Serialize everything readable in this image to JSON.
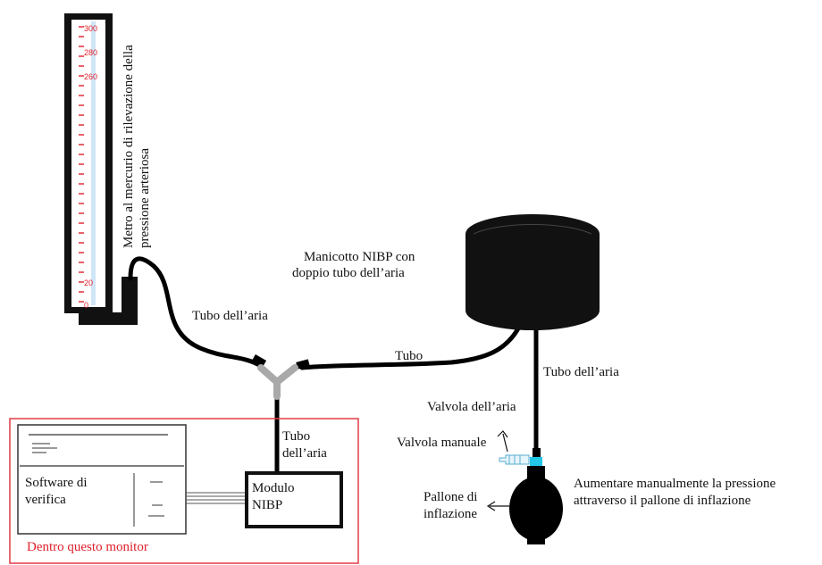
{
  "labels": {
    "gauge_line1": "Metro al mercurio di rilevazione della",
    "gauge_line2": "pressione arteriosa",
    "cuff_line1": "Manicotto NIBP con",
    "cuff_line2": "doppio tubo dell’aria",
    "tube_left": "Tubo dell’aria",
    "tube_mid": "Tubo",
    "tube_right": "Tubo dell’aria",
    "tube_module_line1": "Tubo",
    "tube_module_line2": "dell’aria",
    "air_valve": "Valvola dell’aria",
    "manual_valve": "Valvola manuale",
    "inflate_line1": "Aumentare manualmente la pressione",
    "inflate_line2": "attraverso il pallone di inflazione",
    "bulb_line1": "Pallone di",
    "bulb_line2": "inflazione",
    "software_line1": "Software di",
    "software_line2": "verifica",
    "module_line1": "Modulo",
    "module_line2": "NIBP",
    "monitor_caption": "Dentro questo monitor"
  },
  "gauge_ticks": [
    "300",
    "280",
    "260",
    "20",
    "0"
  ],
  "colors": {
    "ink": "#111111",
    "tube": "#000000",
    "scale_red": "#e0202a",
    "monitor_border": "#e23b47",
    "mercury_column": "#cfe6f7",
    "connector_gray": "#a9a9a9",
    "cuff_base": "#c8c8c8",
    "valve_cyan": "#22c7e6"
  }
}
